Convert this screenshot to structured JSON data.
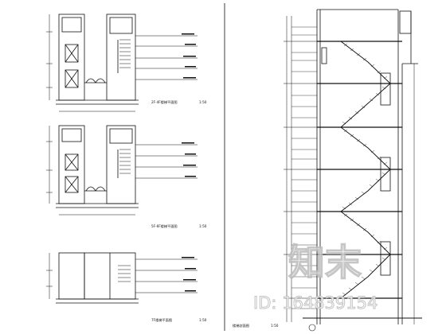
{
  "drawing": {
    "plans": [
      {
        "title": "2F-4F楼梯平面图",
        "scale": "1:50"
      },
      {
        "title": "5F-6F楼梯平面图",
        "scale": "1:50"
      },
      {
        "title": "7F楼梯平面图",
        "scale": "1:50"
      }
    ],
    "section": {
      "title": "楼梯剖面图",
      "scale": "1:50"
    }
  },
  "watermark": {
    "logo_text": "知末",
    "id_text": "ID: 164839154"
  },
  "colors": {
    "line": "#111111",
    "watermark": "#c8c8c8"
  }
}
